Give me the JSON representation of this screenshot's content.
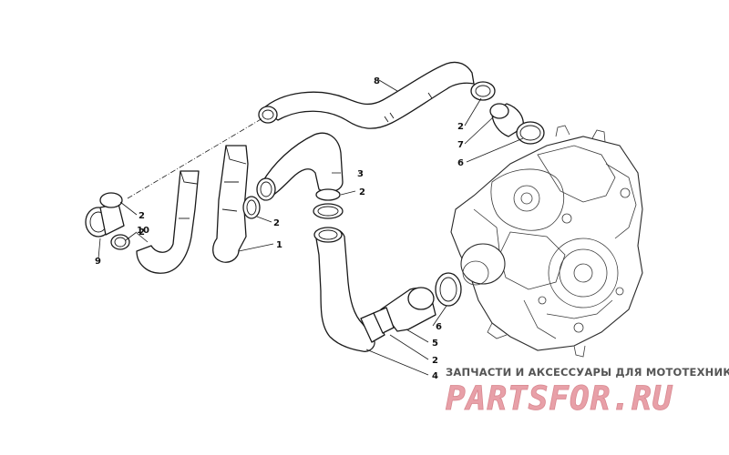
{
  "callouts": [
    {
      "id": "c1",
      "label": "1"
    },
    {
      "id": "c2a",
      "label": "2"
    },
    {
      "id": "c2b",
      "label": "2"
    },
    {
      "id": "c2c",
      "label": "2"
    },
    {
      "id": "c2d",
      "label": "2"
    },
    {
      "id": "c2e",
      "label": "2"
    },
    {
      "id": "c3",
      "label": "3"
    },
    {
      "id": "c4",
      "label": "4"
    },
    {
      "id": "c5",
      "label": "5"
    },
    {
      "id": "c6a",
      "label": "6"
    },
    {
      "id": "c6b",
      "label": "6"
    },
    {
      "id": "c7",
      "label": "7"
    },
    {
      "id": "c8",
      "label": "8"
    },
    {
      "id": "c9",
      "label": "9"
    },
    {
      "id": "c10",
      "label": "10"
    }
  ],
  "watermark": {
    "tagline": "ЗАПЧАСТИ И АКСЕССУАРЫ ДЛЯ МОТОТЕХНИКИ",
    "logo_text": "PARTSFOR.RU",
    "logo_color": "#e8a0a8",
    "tagline_color": "#555555"
  }
}
